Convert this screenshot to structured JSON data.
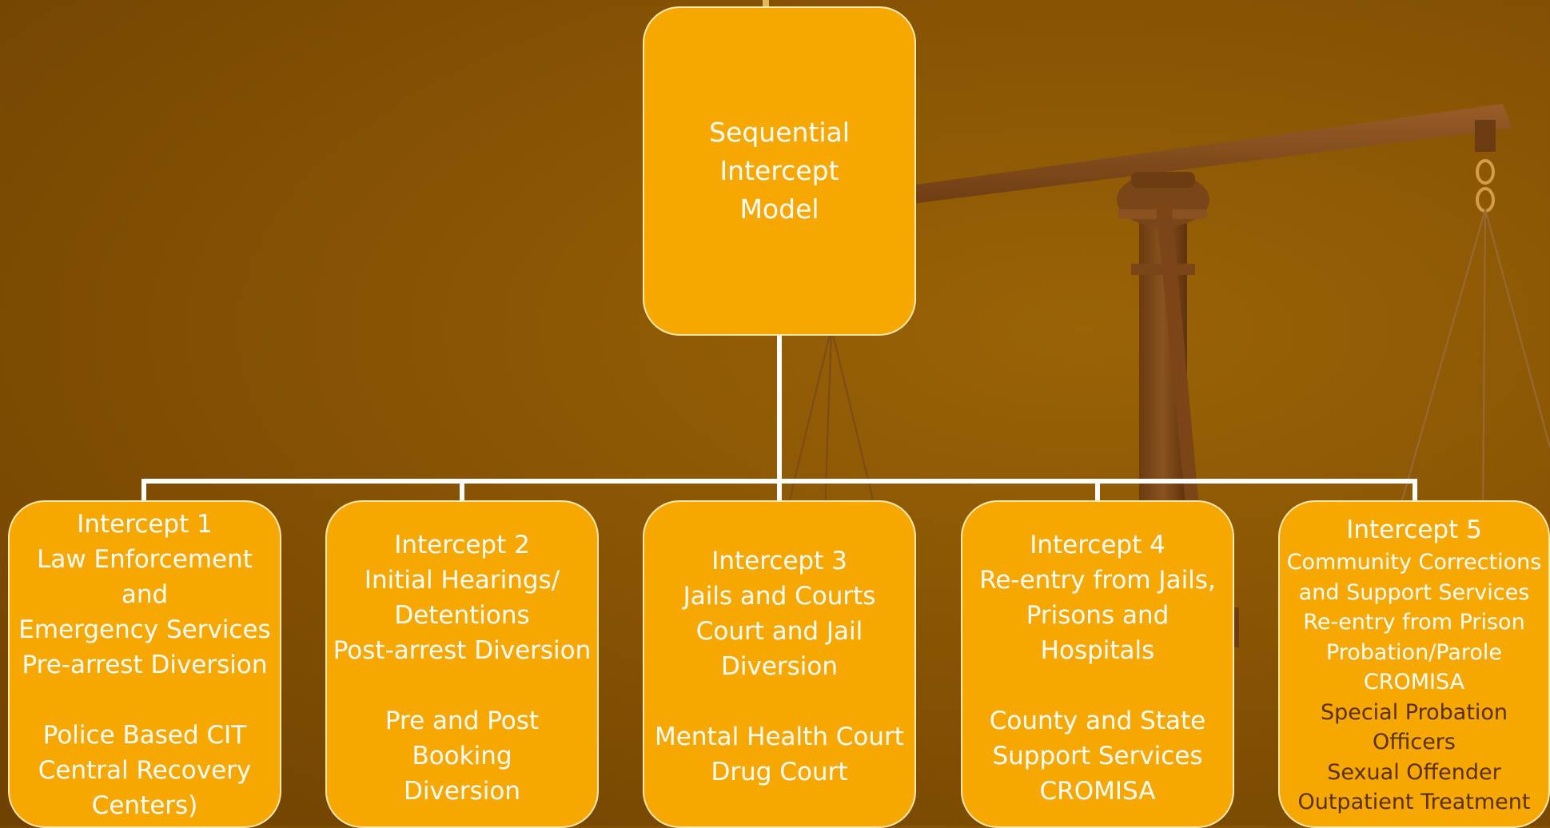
{
  "root": {
    "lines": [
      "Sequential",
      "Intercept",
      "Model"
    ]
  },
  "intercepts": [
    {
      "title": "Intercept 1",
      "lines": [
        "Law Enforcement",
        "and",
        "Emergency Services",
        "Pre-arrest Diversion",
        "",
        "Police Based CIT",
        "Central Recovery",
        "Centers)"
      ]
    },
    {
      "title": "Intercept 2",
      "lines": [
        "Initial Hearings/",
        "Detentions",
        "Post-arrest Diversion",
        "",
        "Pre and Post",
        "Booking",
        "Diversion"
      ]
    },
    {
      "title": "Intercept 3",
      "lines": [
        "Jails and Courts",
        "Court and Jail",
        "Diversion",
        "",
        "Mental Health Court",
        "Drug Court"
      ]
    },
    {
      "title": "Intercept 4",
      "lines": [
        "Re-entry from Jails,",
        "Prisons and",
        "Hospitals",
        "",
        "County and State",
        "Support Services",
        "CROMISA"
      ]
    },
    {
      "title": "Intercept 5",
      "lines": [
        "Community Corrections",
        "and Support Services",
        "Re-entry from Prison",
        "Probation/Parole",
        "CROMISA",
        "Special Probation",
        "Officers",
        "Sexual Offender",
        "Outpatient Treatment"
      ]
    }
  ],
  "colors": {
    "box_fill": "#f6a800",
    "box_border": "#ffe8b0",
    "text": "#ffffff",
    "text_dark": "#5a3000",
    "connector": "#ffffff"
  }
}
